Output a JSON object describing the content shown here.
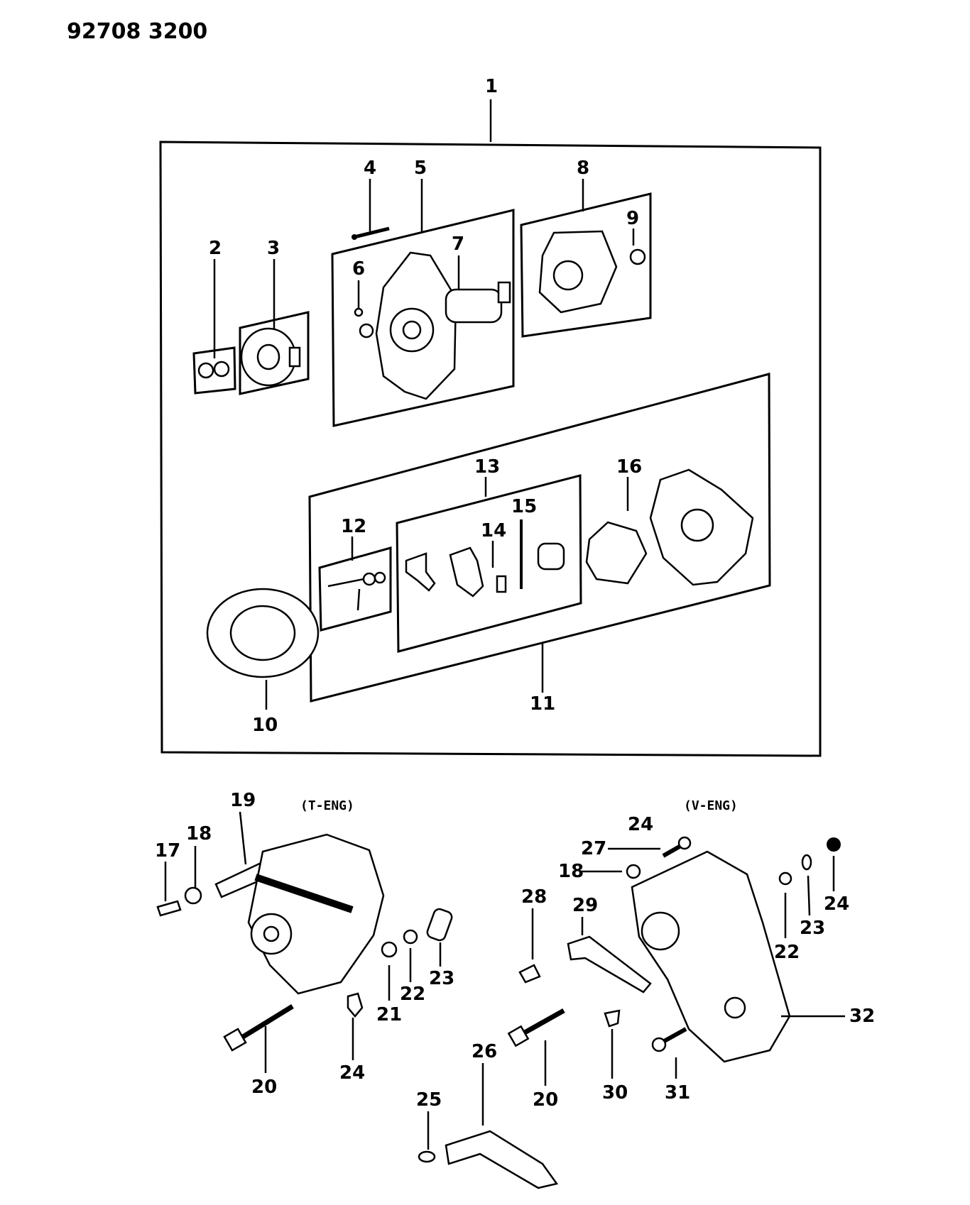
{
  "header": {
    "part_number": "92708 3200"
  },
  "tags": {
    "t_engine": "(T-ENG)",
    "v_engine": "(V-ENG)"
  },
  "callouts": {
    "c1": "1",
    "c2": "2",
    "c3": "3",
    "c4": "4",
    "c5": "5",
    "c6": "6",
    "c7": "7",
    "c8": "8",
    "c9": "9",
    "c10": "10",
    "c11": "11",
    "c12": "12",
    "c13": "13",
    "c14": "14",
    "c15": "15",
    "c16": "16",
    "c17": "17",
    "c18a": "18",
    "c19": "19",
    "c20a": "20",
    "c21": "21",
    "c22a": "22",
    "c23a": "23",
    "c24a": "24",
    "c25": "25",
    "c26": "26",
    "c20b": "20",
    "c24b": "24",
    "c27": "27",
    "c18b": "18",
    "c28": "28",
    "c29": "29",
    "c30": "30",
    "c31": "31",
    "c32": "32",
    "c22b": "22",
    "c23b": "23",
    "c24c": "24"
  }
}
